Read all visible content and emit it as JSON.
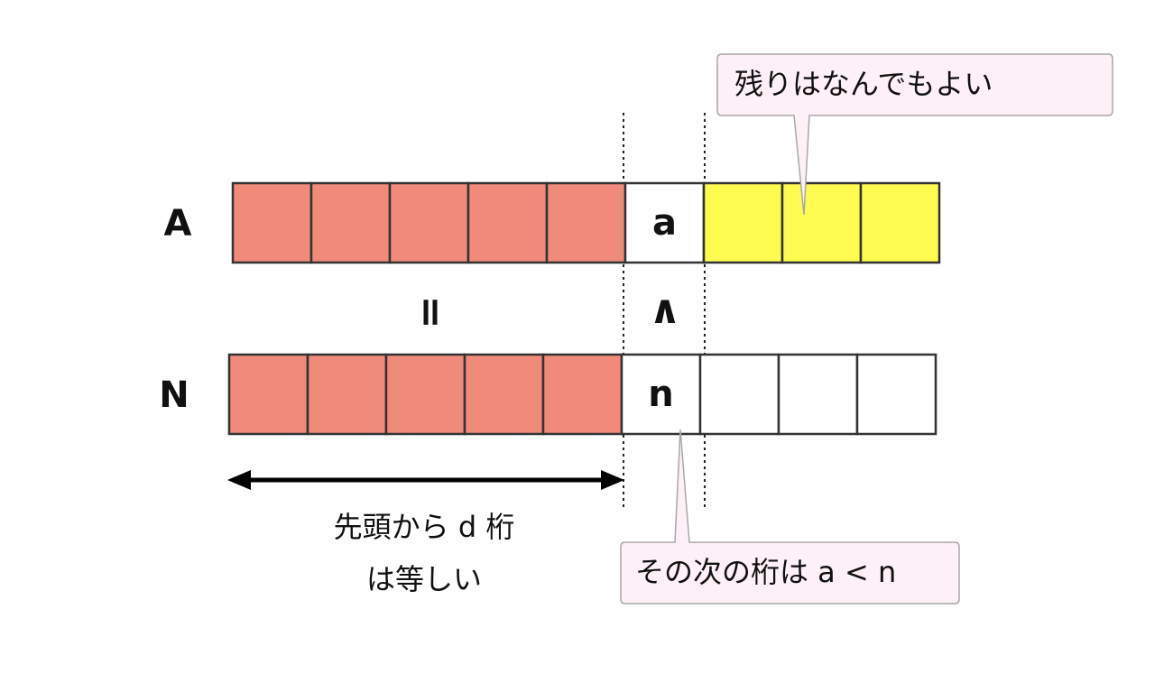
{
  "colors": {
    "match": "#f08a7b",
    "free": "#fdfb50",
    "empty": "#ffffff",
    "callout_fill": "#fdf0f7",
    "callout_border": "#a8a8a8",
    "cell_border": "#333333"
  },
  "rows": {
    "a": {
      "label": "A",
      "cells": [
        "match",
        "match",
        "match",
        "match",
        "match",
        "a",
        "free",
        "free",
        "free"
      ]
    },
    "n": {
      "label": "N",
      "cells": [
        "match",
        "match",
        "match",
        "match",
        "match",
        "n",
        "empty",
        "empty",
        "empty"
      ]
    }
  },
  "relations": {
    "equal": "=",
    "less": "∧"
  },
  "prefix_note": {
    "line1": "先頭から d 桁",
    "line2": "は等しい"
  },
  "callouts": {
    "rest": "残りはなんでもよい",
    "next": "その次の桁は a < n"
  }
}
